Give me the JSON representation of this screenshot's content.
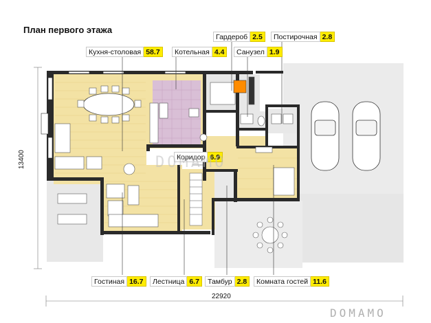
{
  "title": "План первого этажа",
  "rooms": [
    {
      "name": "Кухня-столовая",
      "area": "58.7"
    },
    {
      "name": "Котельная",
      "area": "4.4"
    },
    {
      "name": "Гардероб",
      "area": "2.5"
    },
    {
      "name": "Санузел",
      "area": "1.9"
    },
    {
      "name": "Постирочная",
      "area": "2.8"
    },
    {
      "name": "Коридор",
      "area": "6.9"
    },
    {
      "name": "Гостиная",
      "area": "16.7"
    },
    {
      "name": "Лестница",
      "area": "6.7"
    },
    {
      "name": "Тамбур",
      "area": "2.8"
    },
    {
      "name": "Комната гостей",
      "area": "11.6"
    }
  ],
  "dimensions": {
    "width": "22920",
    "height": "13400"
  },
  "watermark": "DOMAMO",
  "colors": {
    "label_area": "#ffec00",
    "wall": "#2a2a2a",
    "floor_wood": "#f3e2a4",
    "floor_tile": "#d9bfd6",
    "terrace": "#e6e6e6",
    "floor_gray": "#e9e9e9"
  }
}
